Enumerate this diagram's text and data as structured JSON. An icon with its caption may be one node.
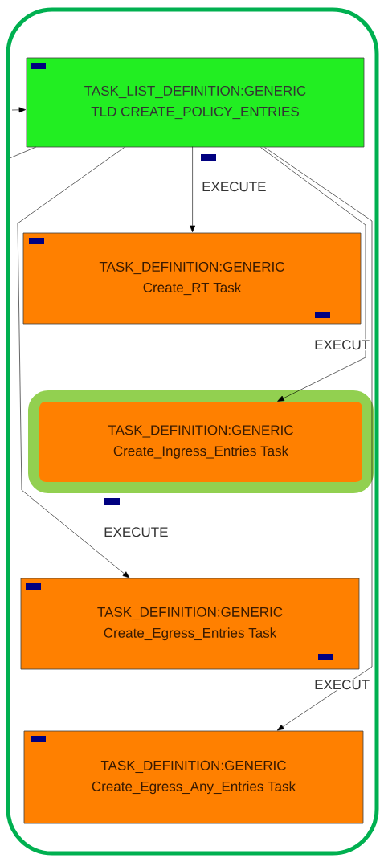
{
  "diagram": {
    "nodes": [
      {
        "text": [
          "TASK_LIST_DEFINITION:GENERIC",
          "TLD CREATE_POLICY_ENTRIES"
        ]
      },
      {
        "text": [
          "TASK_DEFINITION:GENERIC",
          "Create_RT Task"
        ]
      },
      {
        "text": [
          "TASK_DEFINITION:GENERIC",
          "Create_Ingress_Entries Task"
        ]
      },
      {
        "text": [
          "TASK_DEFINITION:GENERIC",
          "Create_Egress_Entries Task"
        ]
      },
      {
        "text": [
          "TASK_DEFINITION:GENERIC",
          "Create_Egress_Any_Entries Task"
        ]
      }
    ],
    "edges": [
      {
        "from": 0,
        "to": 1,
        "arrow": "to",
        "label": "EXECUTE"
      },
      {
        "from": 0,
        "to": 2,
        "arrow": "to",
        "label": "EXECUT"
      },
      {
        "from": 0,
        "to": 3,
        "arrow": "to",
        "label": "EXECUTE"
      },
      {
        "from": 0,
        "to": 4,
        "arrow": "to",
        "label": "EXECUT"
      },
      {
        "from": null,
        "to": 0,
        "arrow": "to"
      },
      {
        "from": 0,
        "to": null,
        "arrow": "none"
      }
    ]
  }
}
